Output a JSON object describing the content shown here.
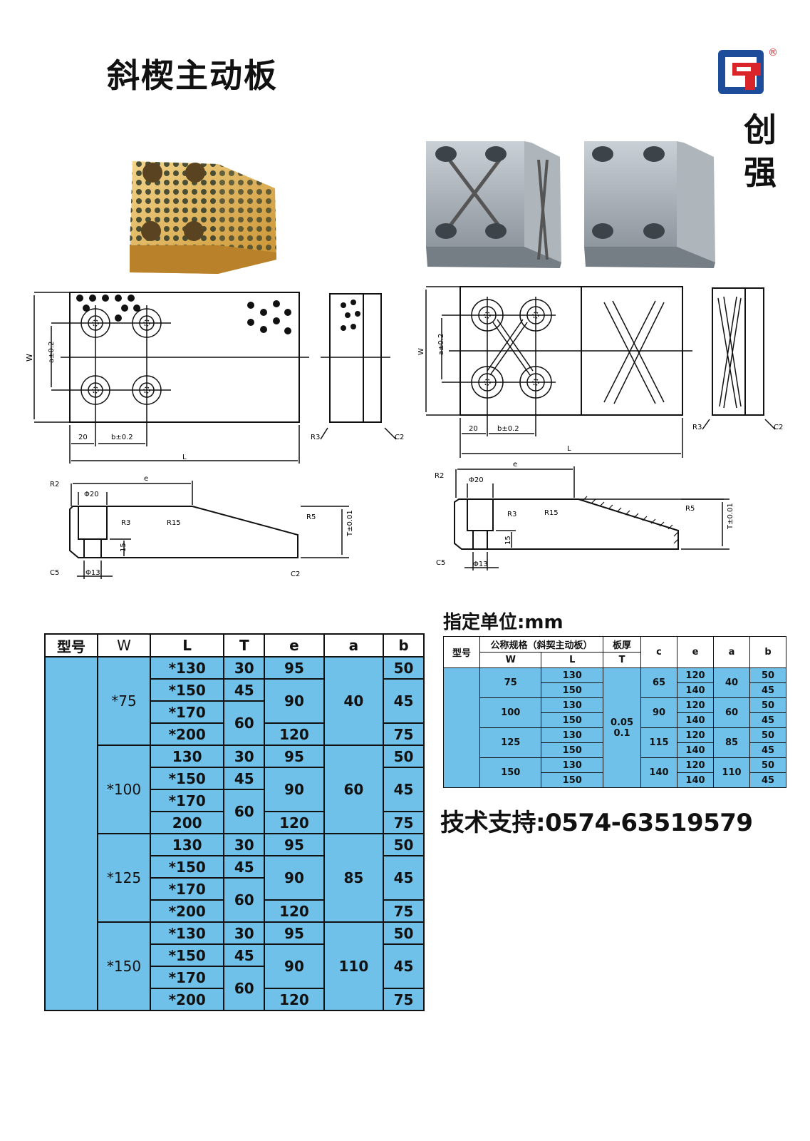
{
  "title": "斜楔主动板",
  "brand": {
    "char1": "创",
    "char2": "强",
    "registered": "®"
  },
  "unit_note": "指定单位:mm",
  "tech_support": "技术支持:0574-63519579",
  "drawing_labels": {
    "W": "W",
    "a": "a±0.2",
    "b": "b±0.2",
    "L": "L",
    "twenty": "20",
    "R3": "R3",
    "C2": "C2",
    "e": "e",
    "R2": "R2",
    "phi20": "Φ20",
    "R15": "R15",
    "R5": "R5",
    "T": "T±0.01",
    "fifteen": "15",
    "C5": "C5",
    "phi13": "Φ13"
  },
  "main_table": {
    "headers": [
      "型号",
      "W",
      "L",
      "T",
      "e",
      "a",
      "b"
    ],
    "groups": [
      {
        "W": "*75",
        "a": "40",
        "rows": [
          [
            "*130",
            "30",
            "95",
            "50"
          ],
          [
            "*150",
            "45",
            "90",
            "45"
          ],
          [
            "*170",
            "60",
            "",
            ""
          ],
          [
            "*200",
            "",
            "120",
            "75"
          ]
        ]
      },
      {
        "W": "*100",
        "a": "60",
        "rows": [
          [
            "130",
            "30",
            "95",
            "50"
          ],
          [
            "*150",
            "45",
            "90",
            "45"
          ],
          [
            "*170",
            "60",
            "",
            ""
          ],
          [
            "200",
            "",
            "120",
            "75"
          ]
        ]
      },
      {
        "W": "*125",
        "a": "85",
        "rows": [
          [
            "130",
            "30",
            "95",
            "50"
          ],
          [
            "*150",
            "45",
            "90",
            "45"
          ],
          [
            "*170",
            "60",
            "",
            ""
          ],
          [
            "*200",
            "",
            "120",
            "75"
          ]
        ]
      },
      {
        "W": "*150",
        "a": "110",
        "rows": [
          [
            "*130",
            "30",
            "95",
            "50"
          ],
          [
            "*150",
            "45",
            "90",
            "45"
          ],
          [
            "*170",
            "60",
            "",
            ""
          ],
          [
            "*200",
            "",
            "120",
            "75"
          ]
        ]
      }
    ]
  },
  "spec_table": {
    "headers": {
      "model": "型号",
      "nominal": "公称规格（斜契主动板）",
      "W": "W",
      "L": "L",
      "thick": "板厚",
      "T": "T",
      "c": "c",
      "e": "e",
      "a": "a",
      "b": "b"
    },
    "thickness_values": [
      "0.05",
      "0.1"
    ],
    "groups": [
      {
        "W": "75",
        "c": "65",
        "a": "40",
        "L": [
          "130",
          "150"
        ],
        "e": [
          "120",
          "140"
        ],
        "b": [
          "50",
          "45"
        ]
      },
      {
        "W": "100",
        "c": "90",
        "a": "60",
        "L": [
          "130",
          "150"
        ],
        "e": [
          "120",
          "140"
        ],
        "b": [
          "50",
          "45"
        ]
      },
      {
        "W": "125",
        "c": "115",
        "a": "85",
        "L": [
          "130",
          "150"
        ],
        "e": [
          "120",
          "140"
        ],
        "b": [
          "50",
          "45"
        ]
      },
      {
        "W": "150",
        "c": "140",
        "a": "110",
        "L": [
          "130",
          "150"
        ],
        "e": [
          "120",
          "140"
        ],
        "b": [
          "50",
          "45"
        ]
      }
    ]
  }
}
